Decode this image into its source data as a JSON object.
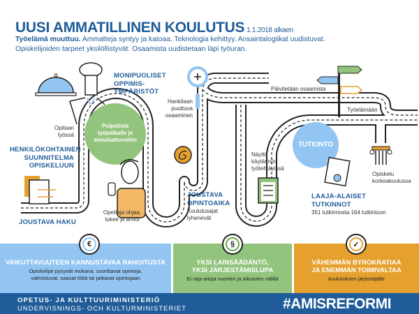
{
  "header": {
    "title": "UUSI AMMATILLINEN KOULUTUS",
    "date": "1.1.2018 alkaen",
    "intro_bold": "Työelämä muuttuu.",
    "intro_text": " Ammatteja syntyy ja katoaa. Teknologia kehittyy. Ansaintalogiikat uudistuvat. Opiskelijoiden tarpeet yksilöllistyvät. Osaamista uudistetaan läpi työuran."
  },
  "map": {
    "monipuoliset": [
      "MONIPUOLISET",
      "OPPIMIS-",
      "YMPÄRISTÖT"
    ],
    "opitaan": [
      "Opitaan",
      "työssä"
    ],
    "henkilokohtainen": [
      "HENKILÖKOHTAINEN",
      "SUUNNITELMA",
      "OPISKELUUN"
    ],
    "joustava_haku": "JOUSTAVA HAKU",
    "pulpetista": [
      "Pulpetista",
      "työpaikalle ja",
      "simulaattoreihin"
    ],
    "opettaja": [
      "Opettaja ohjaa,",
      "tukee ja arvioi"
    ],
    "hankitaan": [
      "Hankitaan",
      "puuttuva",
      "osaaminen"
    ],
    "joustava_opintoaika": [
      "JOUSTAVA",
      "OPINTOAIKA"
    ],
    "koulutusajat": [
      "Koulutusajat",
      "lyhenevät"
    ],
    "paivitetaan": "Päivitetään osaamista",
    "tyoelamaan": "Työelämään",
    "naytto": [
      "Näyttö",
      "käytännön",
      "työtehtävissä"
    ],
    "tutkinto": "TUTKINTO",
    "opiskelu": [
      "Opiskelu",
      "korkeakoulussa"
    ],
    "laaja_alaiset": [
      "LAAJA-ALAISET",
      "TUTKINNOT"
    ],
    "tutkinnot_count": "351 tutkinnosta 164 tutkintoon"
  },
  "panels": [
    {
      "icon": "€",
      "title": [
        "VAIKUTTAVUUTEEN KANNUSTAVAA RAHOITUSTA"
      ],
      "text": [
        "Opiskelijat pysyvät mukana, suorittavat opintoja,",
        "valmistuvat, saavat töitä tai jatkavat opintojaan"
      ],
      "color": "#93c5f2"
    },
    {
      "icon": "§",
      "title": [
        "YKSI LAINSÄÄDÄNTÖ,",
        "YKSI JÄRJESTÄMISLUPA"
      ],
      "text": [
        "Ei raja-aitoja nuorten ja aikuisten välillä"
      ],
      "color": "#92c47d"
    },
    {
      "icon": "✓",
      "title": [
        "VÄHEMMÄN BYROKRATIAA",
        "JA ENEMMÄN TOIMIVALTAA"
      ],
      "text": [
        "koulutuksen järjestäjälle"
      ],
      "color": "#e5a02e"
    }
  ],
  "footer": {
    "ministry_fi": "OPETUS- JA KULTTUURIMINISTERIÖ",
    "ministry_sv": "UNDERVISNINGS- OCH KULTURMINISTERIET",
    "hashtag": "#AMISREFORMI"
  },
  "colors": {
    "brand_blue": "#1f5c99",
    "light_blue": "#93c5f2",
    "green": "#92c47d",
    "orange": "#e5a02e"
  }
}
